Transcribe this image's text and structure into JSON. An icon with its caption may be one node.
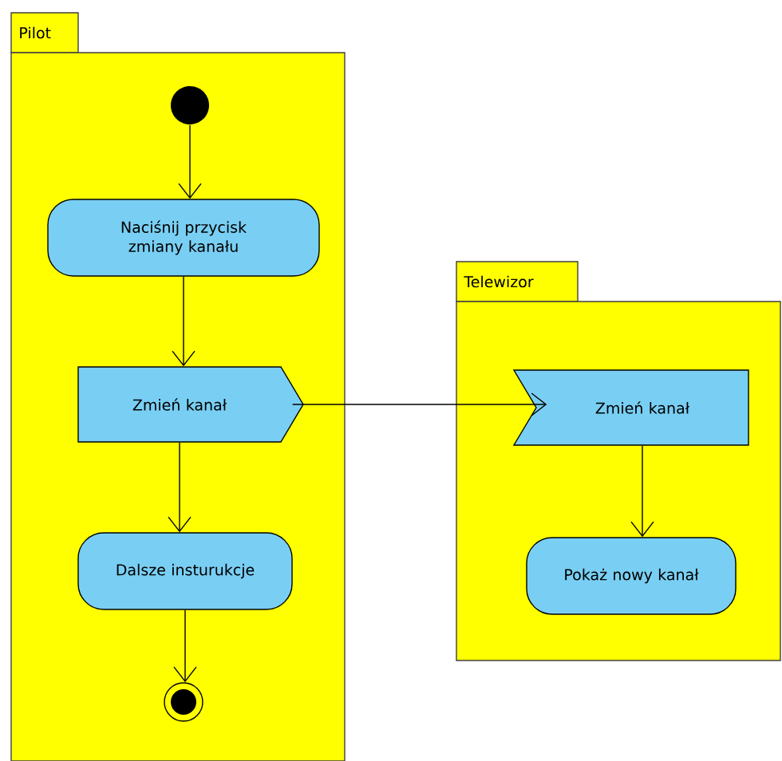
{
  "diagram": {
    "nodes": [
      {
        "text": [
          "Pilot"
        ]
      },
      {
        "text": [],
        "shape": "circle",
        "in": 0
      },
      {
        "text": [
          "Naciśnij przycisk zmiany kanału"
        ],
        "in": 0
      },
      {
        "text": [
          "Zmień kanał"
        ],
        "in": 0
      },
      {
        "text": [
          "Dalsze insturukcje"
        ],
        "in": 0
      },
      {
        "text": [],
        "shape": "circle",
        "in": 0
      },
      {
        "text": [
          "Telewizor"
        ]
      },
      {
        "text": [
          "Zmień kanał"
        ],
        "in": 6
      },
      {
        "text": [
          "Pokaż nowy kanał"
        ],
        "in": 6
      }
    ],
    "edges": [
      {
        "from": 1,
        "to": 2,
        "arrow": "to"
      },
      {
        "from": 2,
        "to": 3,
        "arrow": "to"
      },
      {
        "from": 3,
        "to": 4,
        "arrow": "to"
      },
      {
        "from": 4,
        "to": 5,
        "arrow": "to"
      },
      {
        "from": 3,
        "to": 7,
        "arrow": "to"
      },
      {
        "from": 7,
        "to": 8,
        "arrow": "to"
      }
    ]
  }
}
